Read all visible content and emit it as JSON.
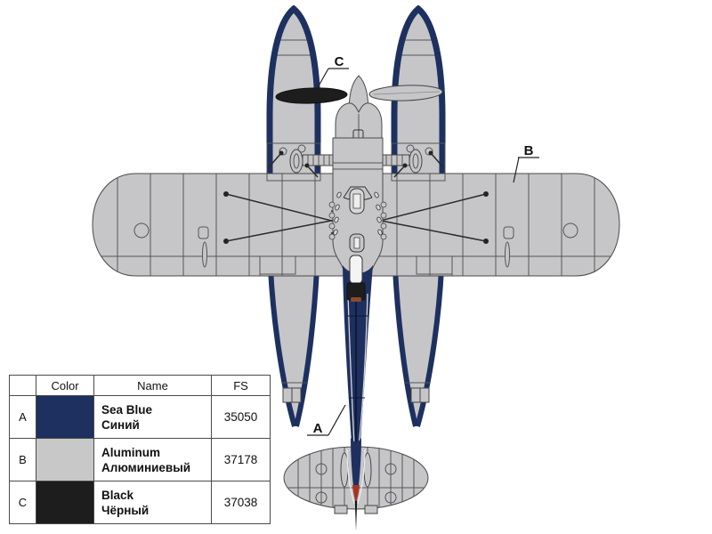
{
  "colors": {
    "seaBlue": "#1d3060",
    "aluminum": "#c6c6c8",
    "black": "#1d1d1d",
    "rudderRed": "#a63524",
    "seatBrown": "#8a4a30"
  },
  "callouts": {
    "a": "A",
    "b": "B",
    "c": "C"
  },
  "legend_table": {
    "headers": {
      "letter": "",
      "color": "Color",
      "name": "Name",
      "fs": "FS"
    },
    "rows": [
      {
        "letter": "A",
        "swatch": "#1d3060",
        "name_en": "Sea Blue",
        "name_ru": "Синий",
        "fs": "35050"
      },
      {
        "letter": "B",
        "swatch": "#c8c8c8",
        "name_en": "Aluminum",
        "name_ru": "Алюминиевый",
        "fs": "37178"
      },
      {
        "letter": "C",
        "swatch": "#1d1d1d",
        "name_en": "Black",
        "name_ru": "Чёрный",
        "fs": "37038"
      }
    ]
  }
}
